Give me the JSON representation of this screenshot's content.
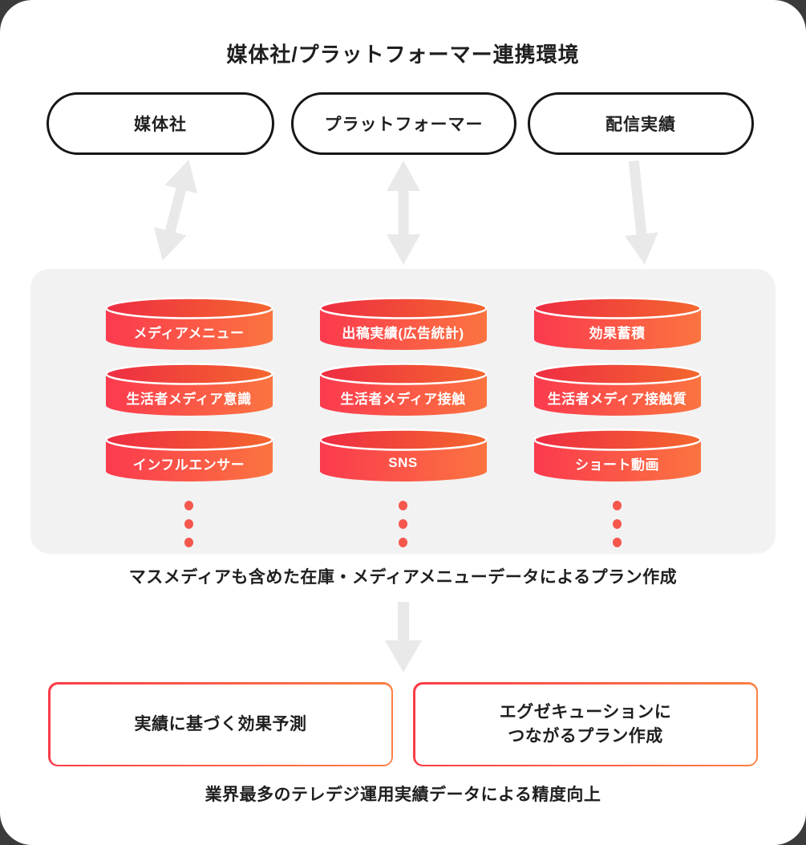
{
  "title": "媒体社/プラットフォーマー連携環境",
  "sources": [
    {
      "label": "媒体社"
    },
    {
      "label": "プラットフォーマー"
    },
    {
      "label": "配信実績"
    }
  ],
  "datastore": {
    "cylinders": [
      {
        "label": "メディアメニュー"
      },
      {
        "label": "出稿実績(広告統計)"
      },
      {
        "label": "効果蓄積"
      },
      {
        "label": "生活者メディア意識"
      },
      {
        "label": "生活者メディア接触"
      },
      {
        "label": "生活者メディア接触質"
      },
      {
        "label": "インフルエンサー"
      },
      {
        "label": "SNS"
      },
      {
        "label": "ショート動画"
      }
    ]
  },
  "plan_caption": "マスメディアも含めた在庫・メディアメニューデータによるプラン作成",
  "outcomes": [
    {
      "lines": [
        "実績に基づく効果予測"
      ]
    },
    {
      "lines": [
        "エグゼキューションに",
        "つながるプラン作成"
      ]
    }
  ],
  "bottom_caption": "業界最多のテレデジ運用実績データによる精度向上",
  "colors": {
    "cylinder_gradient_left": "#fb3a4e",
    "cylinder_gradient_right": "#fb7440",
    "cylinder_lid_left": "#ee2d43",
    "cylinder_lid_right": "#f4672e",
    "outline_box_gradient_left": "#fb3b49",
    "outline_box_gradient_right": "#fb8044",
    "dot_color": "#f6574d",
    "arrow_gray": "#e9e9e9",
    "panel_gray": "#f2f2f3",
    "pill_border": "#161616",
    "text_color": "#1f1f1f"
  }
}
